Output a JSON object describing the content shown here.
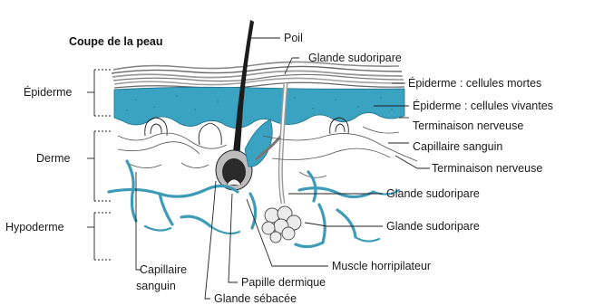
{
  "title": "Coupe de la peau",
  "colors": {
    "epidermis_living": "#3aa3c2",
    "vessel": "#3d9bb8",
    "ink": "#222222"
  },
  "layers_left": {
    "epiderme": "Épiderme",
    "derme": "Derme",
    "hypoderme": "Hypoderme"
  },
  "labels": {
    "poil": "Poil",
    "glande_sudoripare_top": "Glande sudoripare",
    "epiderme_mortes": "Épiderme : cellules mortes",
    "epiderme_vivantes": "Épiderme : cellules vivantes",
    "terminaison_1": "Terminaison nerveuse",
    "capillaire_right": "Capillaire sanguin",
    "terminaison_2": "Terminaison nerveuse",
    "glande_sudoripare_mid": "Glande sudoripare",
    "glande_sudoripare_low": "Glande sudoripare",
    "muscle": "Muscle horripilateur",
    "papille": "Papille dermique",
    "glande_sebacee": "Glande sébacée",
    "capillaire_left_1": "Capillaire",
    "capillaire_left_2": "sanguin"
  }
}
